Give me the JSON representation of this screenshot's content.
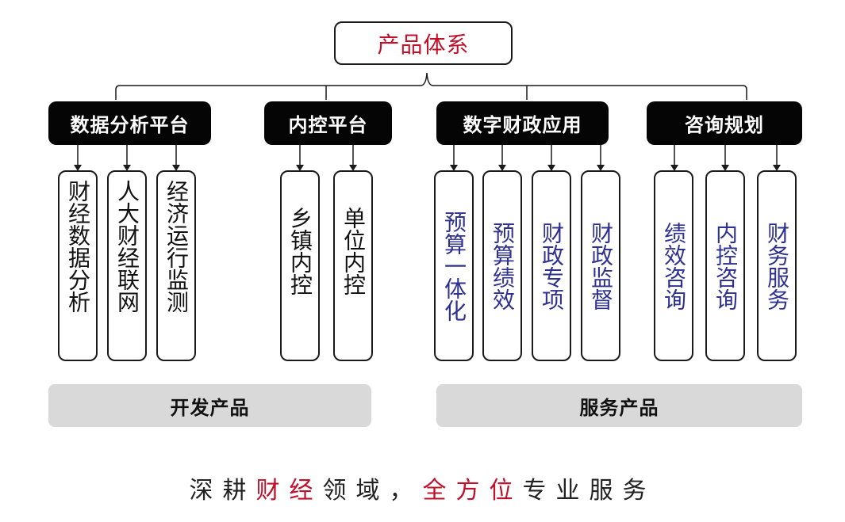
{
  "root_label": "产品体系",
  "categories": [
    {
      "label": "数据分析平台",
      "children": [
        "财经数据分析",
        "人大财经联网",
        "经济运行监测"
      ]
    },
    {
      "label": "内控平台",
      "children": [
        "乡镇内控",
        "单位内控"
      ]
    },
    {
      "label": "数字财政应用",
      "children": [
        "预算一体化",
        "预算绩效",
        "财政专项",
        "财政监督"
      ]
    },
    {
      "label": "咨询规划",
      "children": [
        "绩效咨询",
        "内控咨询",
        "财务服务"
      ]
    }
  ],
  "groups": [
    {
      "label": "开发产品"
    },
    {
      "label": "服务产品"
    }
  ],
  "footer": {
    "part1": "深耕",
    "part2": "财经",
    "part3": "领域，",
    "part4": "全方位",
    "part5": "专业服务"
  },
  "colors": {
    "accent_red": "#c0102a",
    "service_blue": "#2e3190",
    "category_bg": "#050505",
    "group_bg": "#d9d9d9"
  }
}
